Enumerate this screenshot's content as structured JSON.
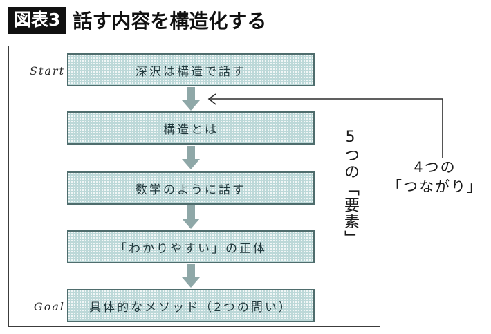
{
  "header": {
    "badge": "図表3",
    "title": "話す内容を構造化する"
  },
  "diagram": {
    "start_label": "Start",
    "goal_label": "Goal",
    "steps": [
      {
        "label": "深沢は構造で話す"
      },
      {
        "label": "構造とは"
      },
      {
        "label": "数学のように話す"
      },
      {
        "label": "「わかりやすい」の正体"
      },
      {
        "label": "具体的なメソッド（2つの問い）"
      }
    ],
    "annotations": {
      "elements": "5つの「要素」",
      "links_line1": "4つの",
      "links_line2": "「つながり」"
    },
    "colors": {
      "box_fill": "#bcd8d8",
      "box_border": "#4f6d6d",
      "arrow": "#8fa8a8",
      "frame": "#3c3c3c",
      "badge_bg": "#111111",
      "text": "#1a1a1a"
    }
  }
}
